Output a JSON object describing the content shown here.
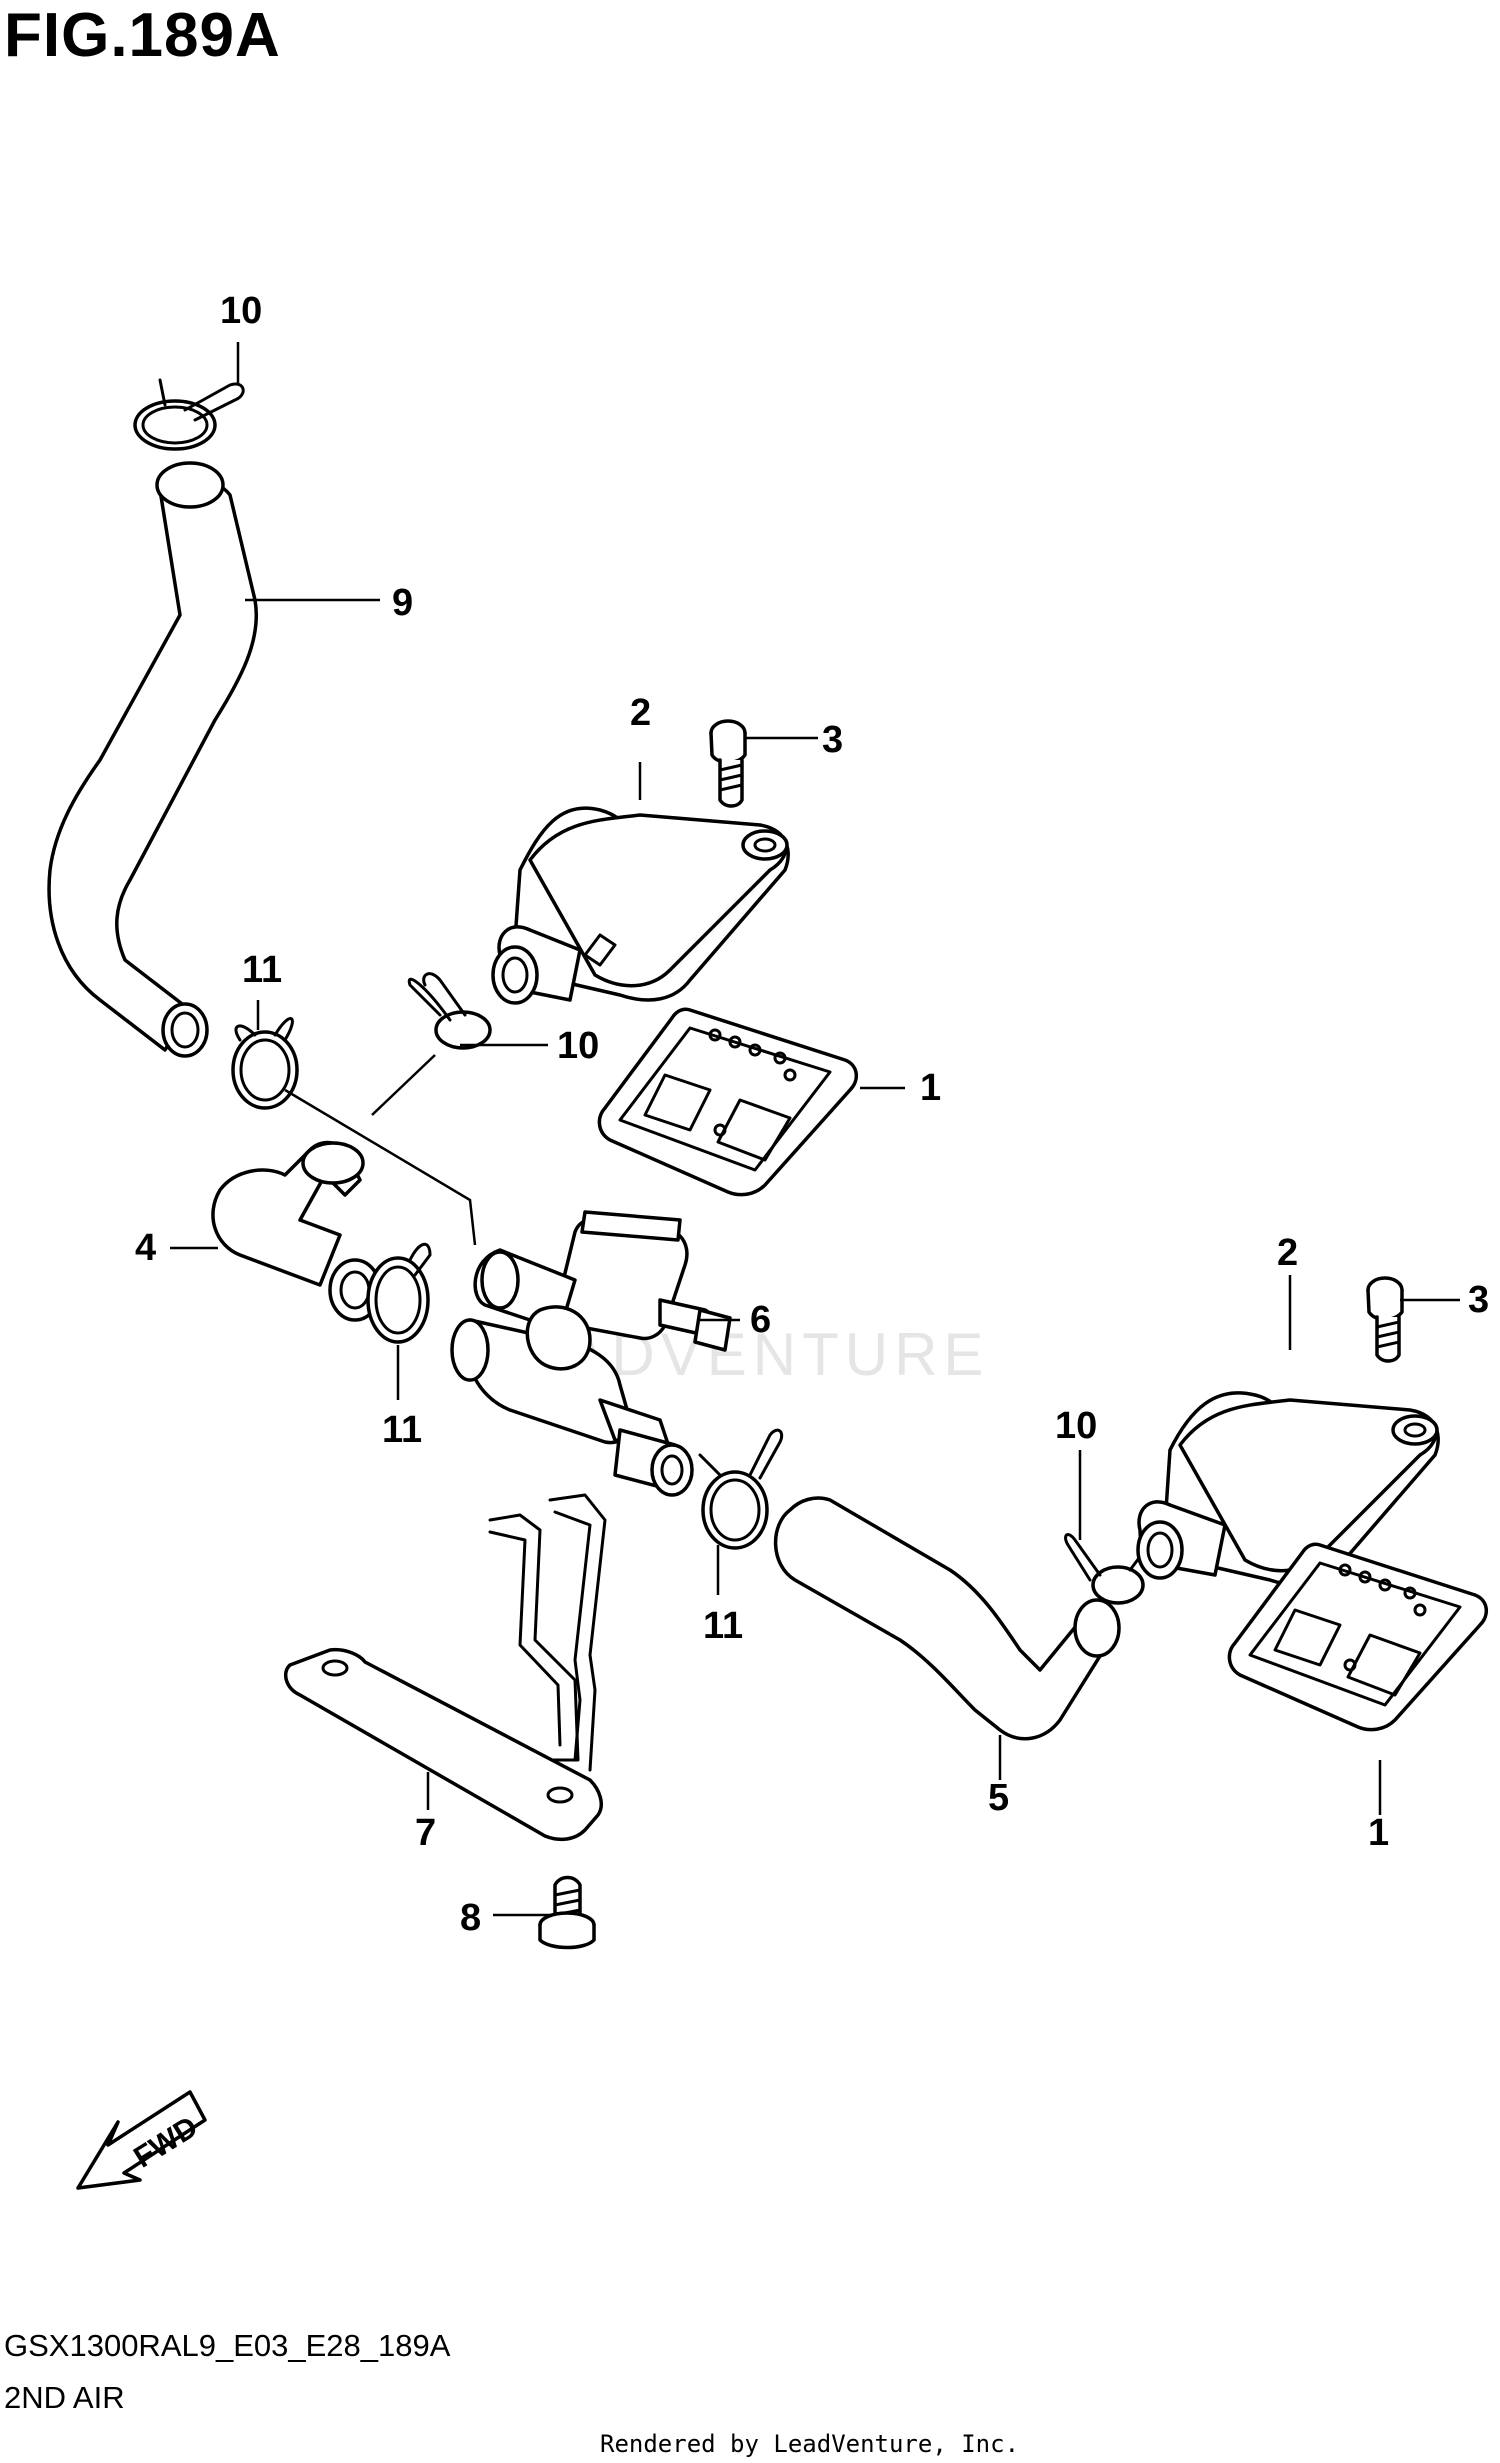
{
  "figure": {
    "title": "FIG.189A",
    "model_code": "GSX1300RAL9_E03_E28_189A",
    "section_name": "2ND AIR",
    "credit": "Rendered by LeadVenture, Inc.",
    "watermark": "LEADVENTURE"
  },
  "callouts": {
    "c1a": "1",
    "c1b": "1",
    "c2a": "2",
    "c2b": "2",
    "c3a": "3",
    "c3b": "3",
    "c4": "4",
    "c5": "5",
    "c6": "6",
    "c7": "7",
    "c8": "8",
    "c9": "9",
    "c10a": "10",
    "c10b": "10",
    "c10c": "10",
    "c11a": "11",
    "c11b": "11",
    "c11c": "11"
  },
  "fwd_label": "FWD",
  "icons": {
    "fwd": "fwd-arrow-icon"
  }
}
